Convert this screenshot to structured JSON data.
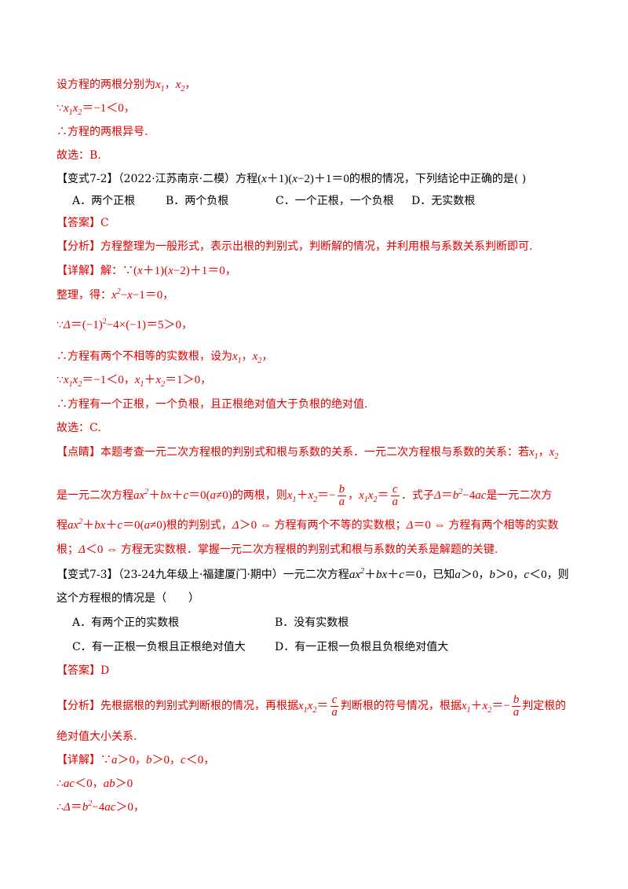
{
  "accent_red": "#e00000",
  "l1": "设方程的两根分别为",
  "l3": "∴方程的两根异号.",
  "l4": "故选：B.",
  "v72": {
    "tag": "【变式7-2】",
    "source": "（2022·江苏南京·二模）方程",
    "tail": "的根的情况，下列结论中正确的是( )",
    "options": [
      "A．两个正根",
      "B．两个负根",
      "C．一个正根，一个负根",
      "D．无实数根"
    ]
  },
  "ans72_tag": "【答案】",
  "ans72_val": "C",
  "analysis72_tag": "【分析】",
  "analysis72_text": "方程整理为一般形式，表示出根的判别式，判断解的情况，并利用根与系数关系判断即可.",
  "detail72_tag": "【详解】",
  "detail72_jie": "解：",
  "zhengli": "整理，得：",
  "two_unequal": "∴方程有两个不相等的实数根，设为",
  "one_pos_one_neg": "∴方程有一个正根，一个负根，且正根绝对值大于负根的绝对值.",
  "choose_c": "故选：C.",
  "dianjing_tag": "【点睛】",
  "dianjing_1": "本题考查一元二次方程根的判别式和根与系数的关系．一元二次方程根与系数的关系：若",
  "dianjing_2a": "是一元二次方程",
  "dianjing_2b": "的两根，则",
  "dianjing_2c": "．式子",
  "dianjing_2d": "是一元二次方",
  "dianjing_3a": "程",
  "dianjing_3b": "根的判别式，",
  "dianjing_3c": "方程有两个不等的实数根；",
  "dianjing_3d": "方程有两个相等的实数",
  "dianjing_4a": "根；",
  "dianjing_4b": "方程无实数根．掌握一元二次方程根的判别式和根与系数的关系是解题的关键.",
  "v73": {
    "tag": "【变式7-3】",
    "source": "（23-24九年级上·福建厦门·期中）一元二次方程",
    "mid": "，已知",
    "end": "，则",
    "line2": "这个方程根的情况是（　　）",
    "options": [
      "A．有两个正的实数根",
      "B．没有实数根",
      "C．有一正根一负根且正根绝对值大",
      "D．有一正根一负根且负根绝对值大"
    ]
  },
  "ans73_tag": "【答案】",
  "ans73_val": "D",
  "analysis73_tag": "【分析】",
  "analysis73_a": "先根据根的判别式判断根的情况，再根据",
  "analysis73_b": "判断根的符号情况，根据",
  "analysis73_c": "判定根的",
  "analysis73_d": "绝对值大小关系.",
  "detail73_tag": "【详解】"
}
